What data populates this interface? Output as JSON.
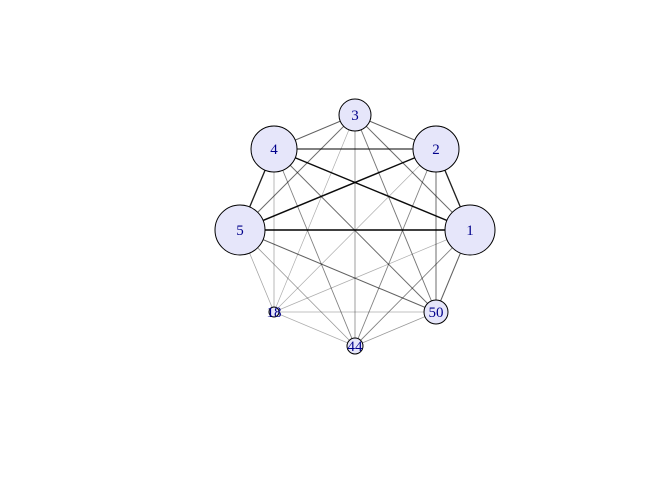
{
  "graph": {
    "node_fill": "#e6e6fa",
    "node_stroke": "#000000",
    "label_color": "#00008b",
    "edge_color": "#000000",
    "nodes": [
      {
        "id": "n3",
        "label": "3"
      },
      {
        "id": "n2",
        "label": "2"
      },
      {
        "id": "n1",
        "label": "1"
      },
      {
        "id": "n50",
        "label": "50"
      },
      {
        "id": "n44",
        "label": "44"
      },
      {
        "id": "n18",
        "label": "18"
      },
      {
        "id": "n5",
        "label": "5"
      },
      {
        "id": "n4",
        "label": "4"
      }
    ],
    "edges": [
      {
        "source": "n5",
        "target": "n1",
        "strength": 1.0
      },
      {
        "source": "n4",
        "target": "n1",
        "strength": 0.95
      },
      {
        "source": "n5",
        "target": "n2",
        "strength": 0.95
      },
      {
        "source": "n4",
        "target": "n5",
        "strength": 0.85
      },
      {
        "source": "n2",
        "target": "n1",
        "strength": 0.85
      },
      {
        "source": "n4",
        "target": "n2",
        "strength": 0.75
      },
      {
        "source": "n4",
        "target": "n3",
        "strength": 0.55
      },
      {
        "source": "n3",
        "target": "n2",
        "strength": 0.55
      },
      {
        "source": "n5",
        "target": "n3",
        "strength": 0.5
      },
      {
        "source": "n3",
        "target": "n1",
        "strength": 0.5
      },
      {
        "source": "n1",
        "target": "n50",
        "strength": 0.55
      },
      {
        "source": "n4",
        "target": "n50",
        "strength": 0.5
      },
      {
        "source": "n5",
        "target": "n50",
        "strength": 0.55
      },
      {
        "source": "n2",
        "target": "n50",
        "strength": 0.5
      },
      {
        "source": "n3",
        "target": "n50",
        "strength": 0.45
      },
      {
        "source": "n2",
        "target": "n44",
        "strength": 0.4
      },
      {
        "source": "n1",
        "target": "n44",
        "strength": 0.4
      },
      {
        "source": "n4",
        "target": "n44",
        "strength": 0.4
      },
      {
        "source": "n3",
        "target": "n44",
        "strength": 0.35
      },
      {
        "source": "n50",
        "target": "n44",
        "strength": 0.3
      },
      {
        "source": "n5",
        "target": "n44",
        "strength": 0.3
      },
      {
        "source": "n5",
        "target": "n18",
        "strength": 0.25
      },
      {
        "source": "n4",
        "target": "n18",
        "strength": 0.25
      },
      {
        "source": "n3",
        "target": "n18",
        "strength": 0.2
      },
      {
        "source": "n2",
        "target": "n18",
        "strength": 0.2
      },
      {
        "source": "n1",
        "target": "n18",
        "strength": 0.2
      },
      {
        "source": "n50",
        "target": "n18",
        "strength": 0.2
      },
      {
        "source": "n18",
        "target": "n44",
        "strength": 0.2
      }
    ]
  }
}
